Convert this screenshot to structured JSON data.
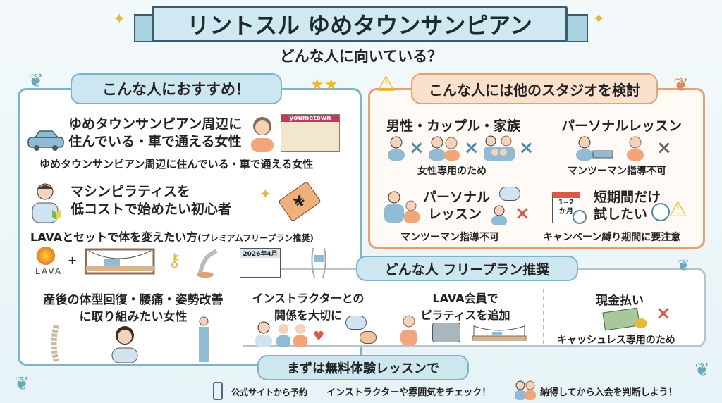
{
  "title": "リントスル ゆめタウンサンピアン",
  "subtitle": "どんな人に向いている？",
  "recommended": {
    "header": "こんな人におすすめ！",
    "item1": {
      "line1": "ゆめタウンサンピアン周辺に",
      "line2": "住んでいる・車で通える女性",
      "caption": "ゆめタウンサンピアン周辺に住んでいる・車で通える女性",
      "store_sign": "youmetown"
    },
    "item2": {
      "line1": "マシンピラティスを",
      "line2": "低コストで始めたい初心者",
      "price_symbol": "¥"
    },
    "item3": {
      "main": "LAVAとセットで体を変えたい方",
      "note": "(プレミアムフリープラン推奨)",
      "lava_logo": "LAVA",
      "plus": "+",
      "calendar_label": "2026年4月"
    },
    "item4": {
      "line1": "産後の体型回復・腰痛・姿勢改善",
      "line2": "に取り組みたい女性"
    }
  },
  "consider_other": {
    "header": "こんな人には他のスタジオを検討",
    "items": [
      {
        "title": "男性・カップル・家族",
        "caption": "女性専用のため"
      },
      {
        "title": "パーソナルレッスン",
        "caption": "マンツーマン指導不可"
      },
      {
        "title_line1": "パーソナル",
        "title_line2": "レッスン",
        "caption": "マンツーマン指導不可"
      },
      {
        "title_line1": "短期間だけ",
        "title_line2": "試したい",
        "caption": "キャンペーン縛り期間に要注意",
        "calendar_line1": "1~2",
        "calendar_line2": "か月"
      }
    ],
    "cross": "×"
  },
  "free_plan": {
    "header": "どんな人 フリープラン推奨",
    "items": [
      {
        "line1": "インストラクターとの",
        "line2": "関係を大切に"
      },
      {
        "line1": "LAVA会員で",
        "line2": "ピラティスを追加"
      },
      {
        "title": "現金払い",
        "caption": "キャッシュレス専用のため"
      }
    ]
  },
  "cta": {
    "header": "まずは無料体験レッスンで",
    "steps": [
      "公式サイトから予約",
      "インストラクターや雰囲気をチェック！",
      "納得してから入会を判断しよう！"
    ]
  },
  "colors": {
    "blue_border": "#7fb4c8",
    "orange_border": "#e8a070",
    "cross_blue": "#4d8aa6",
    "cross_red": "#d9594a"
  }
}
